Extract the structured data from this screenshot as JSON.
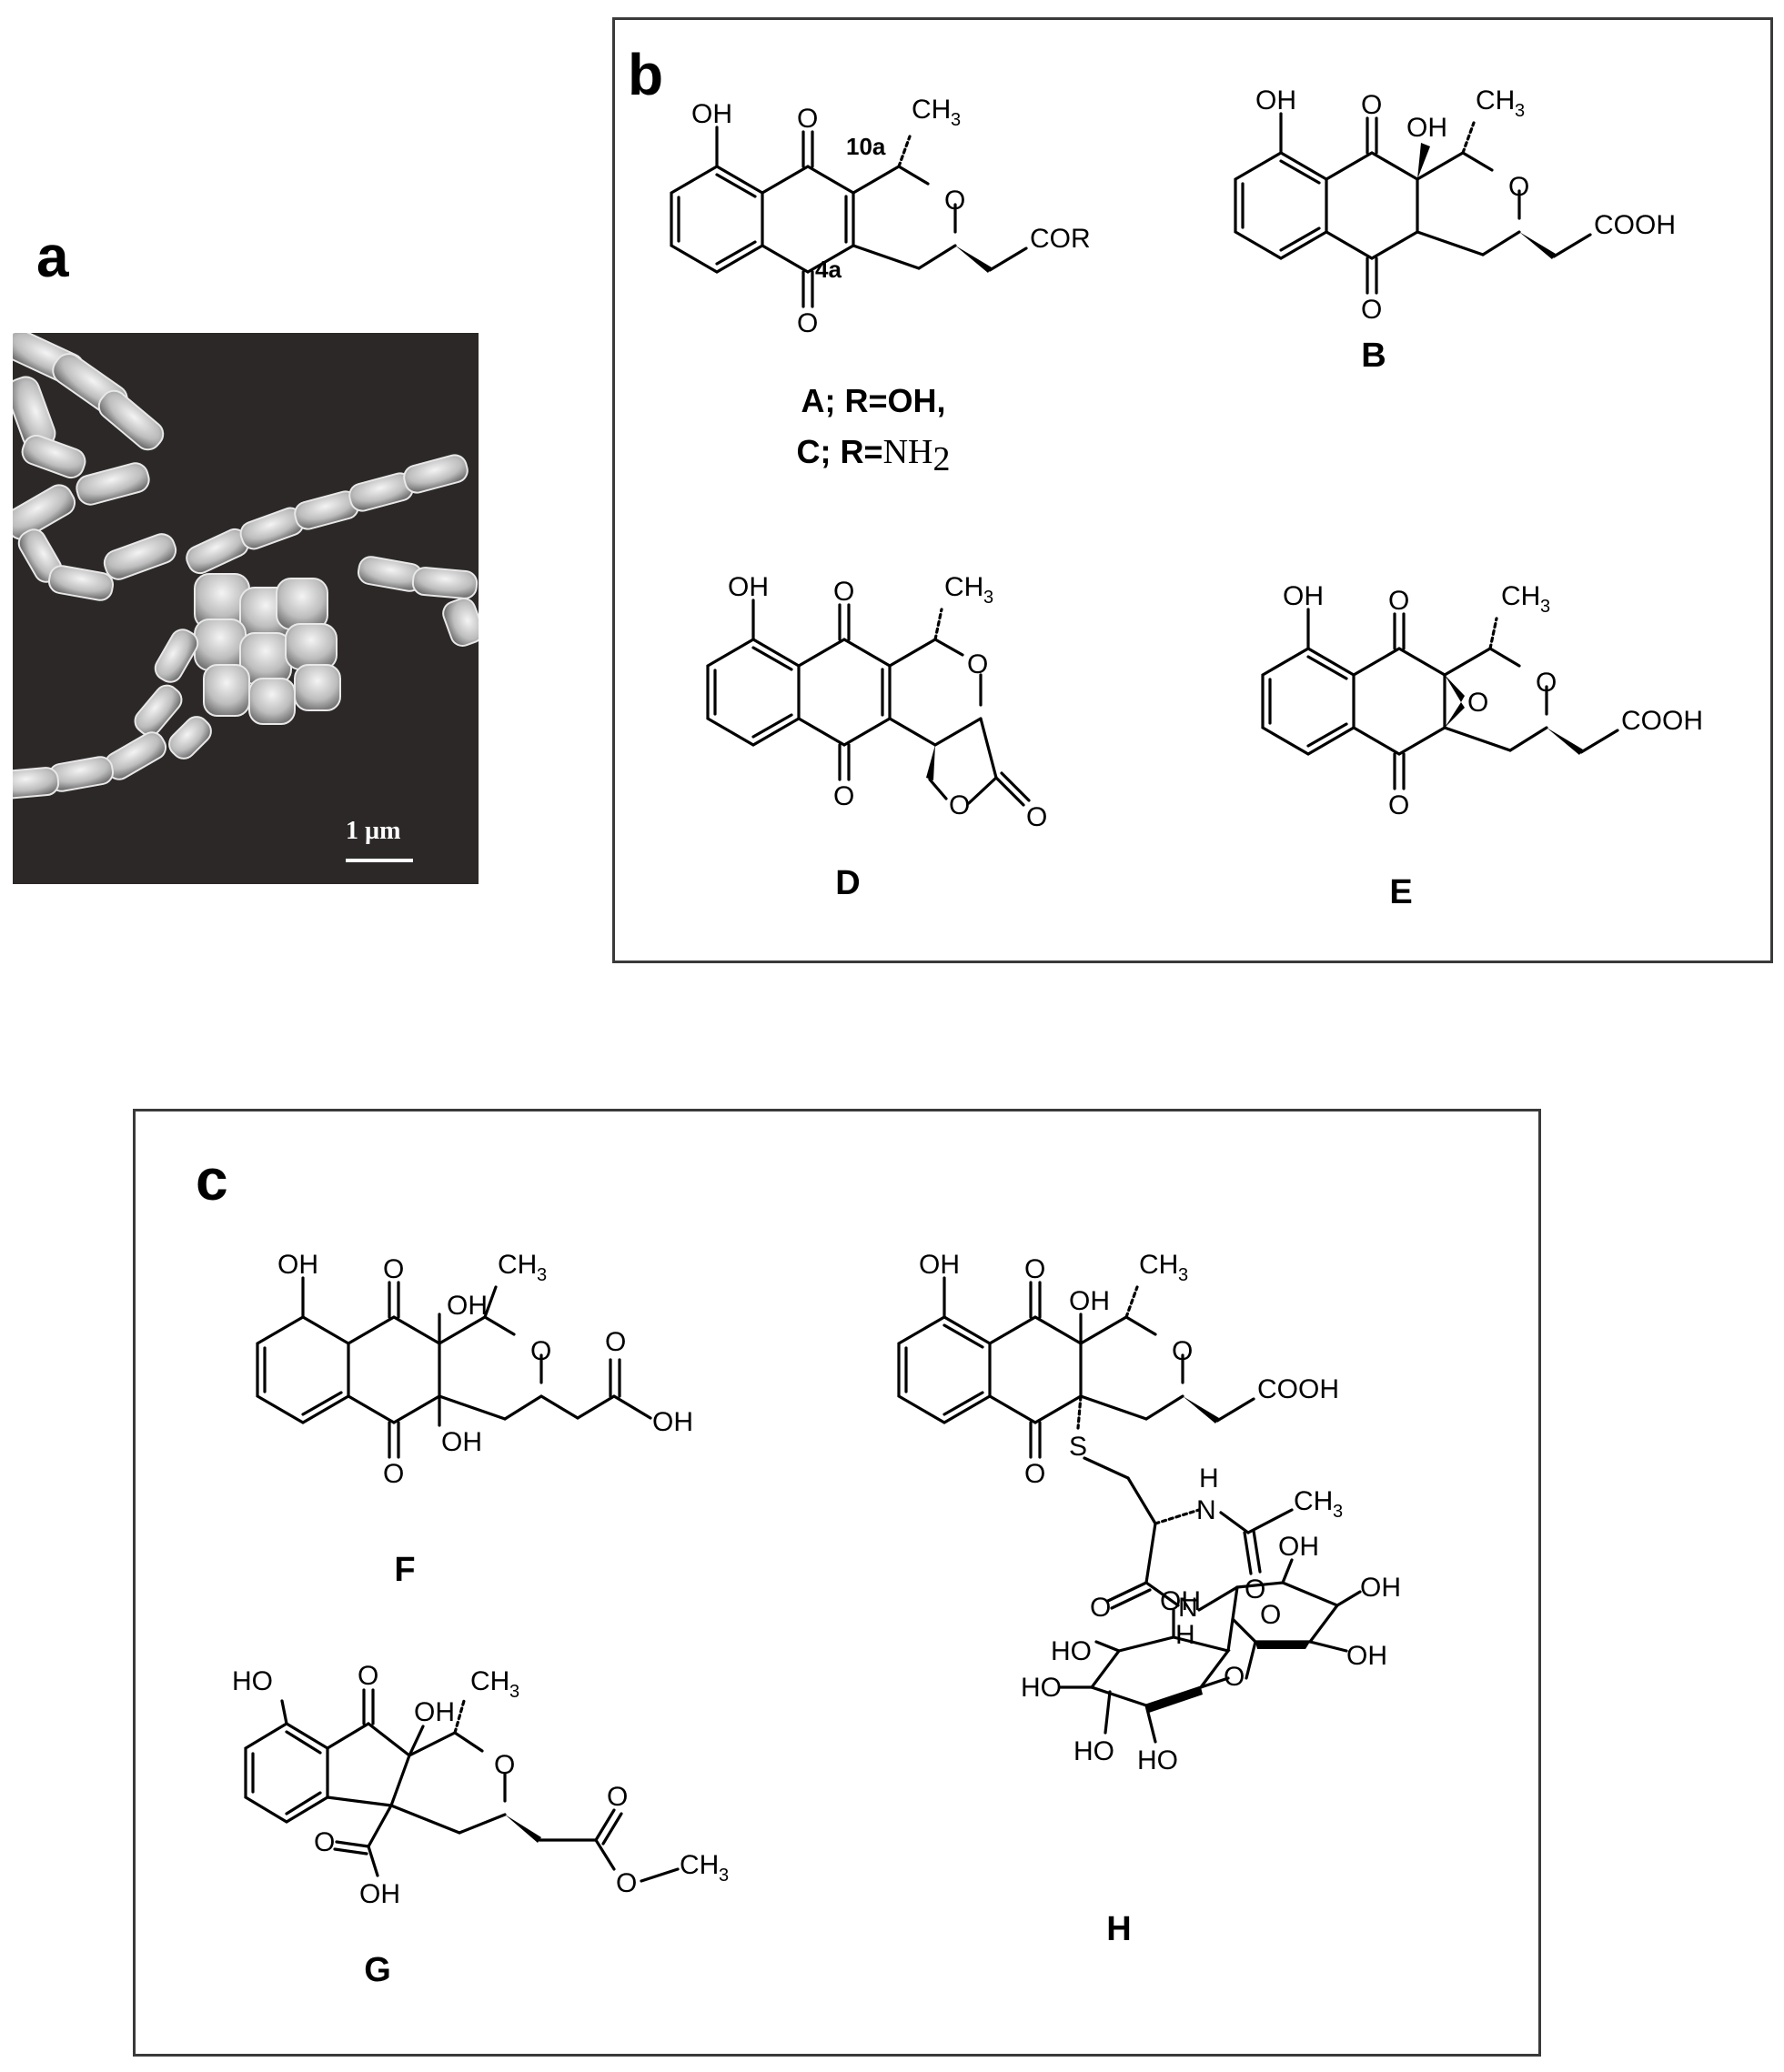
{
  "panels": {
    "a": {
      "letter": "a",
      "scale_bar_label": "1 µm"
    },
    "b": {
      "letter": "b",
      "compounds": {
        "AC": {
          "legend_line1": "A; R=OH,",
          "legend_line2_prefix": "C; R=",
          "legend_line2_group": "NH",
          "legend_line2_sub": "2",
          "atoms": {
            "oh": "OH",
            "o1": "O",
            "o2": "O",
            "ch3": "CH",
            "ch3_sub": "3",
            "ring_o": "O",
            "c10a": "10a",
            "c4a": "4a",
            "side": "COR"
          }
        },
        "B": {
          "label": "B",
          "atoms": {
            "oh": "OH",
            "o1": "O",
            "o2": "O",
            "oh2": "OH",
            "ch3": "CH",
            "ch3_sub": "3",
            "ring_o": "O",
            "side": "COOH"
          }
        },
        "D": {
          "label": "D",
          "atoms": {
            "oh": "OH",
            "o1": "O",
            "o2": "O",
            "ch3": "CH",
            "ch3_sub": "3",
            "ring_o": "O",
            "lac_o": "O",
            "lac_co": "O"
          }
        },
        "E": {
          "label": "E",
          "atoms": {
            "oh": "OH",
            "o1": "O",
            "o2": "O",
            "epox": "O",
            "ch3": "CH",
            "ch3_sub": "3",
            "ring_o": "O",
            "side": "COOH"
          }
        }
      }
    },
    "c": {
      "letter": "c",
      "compounds": {
        "F": {
          "label": "F",
          "atoms": {
            "oh": "OH",
            "o1": "O",
            "o2": "O",
            "oh2": "OH",
            "oh3": "OH",
            "ch3": "CH",
            "ch3_sub": "3",
            "ring_o": "O",
            "acid_o": "O",
            "acid_oh": "OH"
          }
        },
        "G": {
          "label": "G",
          "atoms": {
            "ho": "HO",
            "o1": "O",
            "oh2": "OH",
            "ch3": "CH",
            "ch3_sub": "3",
            "ring_o": "O",
            "ester_o": "O",
            "ester_o2": "O",
            "ester_ch3": "CH",
            "ester_ch3_sub": "3",
            "acid_o": "O",
            "acid_oh": "OH"
          }
        },
        "H": {
          "label": "H",
          "atoms": {
            "oh": "OH",
            "o1": "O",
            "o2": "O",
            "oh2": "OH",
            "ch3": "CH",
            "ch3_sub": "3",
            "ring_o": "O",
            "side": "COOH",
            "s": "S",
            "nh_h": "H",
            "nh_n": "N",
            "ac_ch3": "CH",
            "ac_ch3_sub": "3",
            "ac_o": "O",
            "amide_o": "O",
            "amide_n": "N",
            "amide_h": "H",
            "sug1_oh_top": "OH",
            "sug1_o": "O",
            "sug1_oh_r": "OH",
            "sug1_oh_br": "OH",
            "sug2_oh": "OH",
            "sug2_o": "O",
            "sug2_ho1": "HO",
            "sug2_ho2": "HO",
            "sug2_ho3": "HO",
            "sug2_ho4": "HO"
          }
        }
      }
    }
  }
}
